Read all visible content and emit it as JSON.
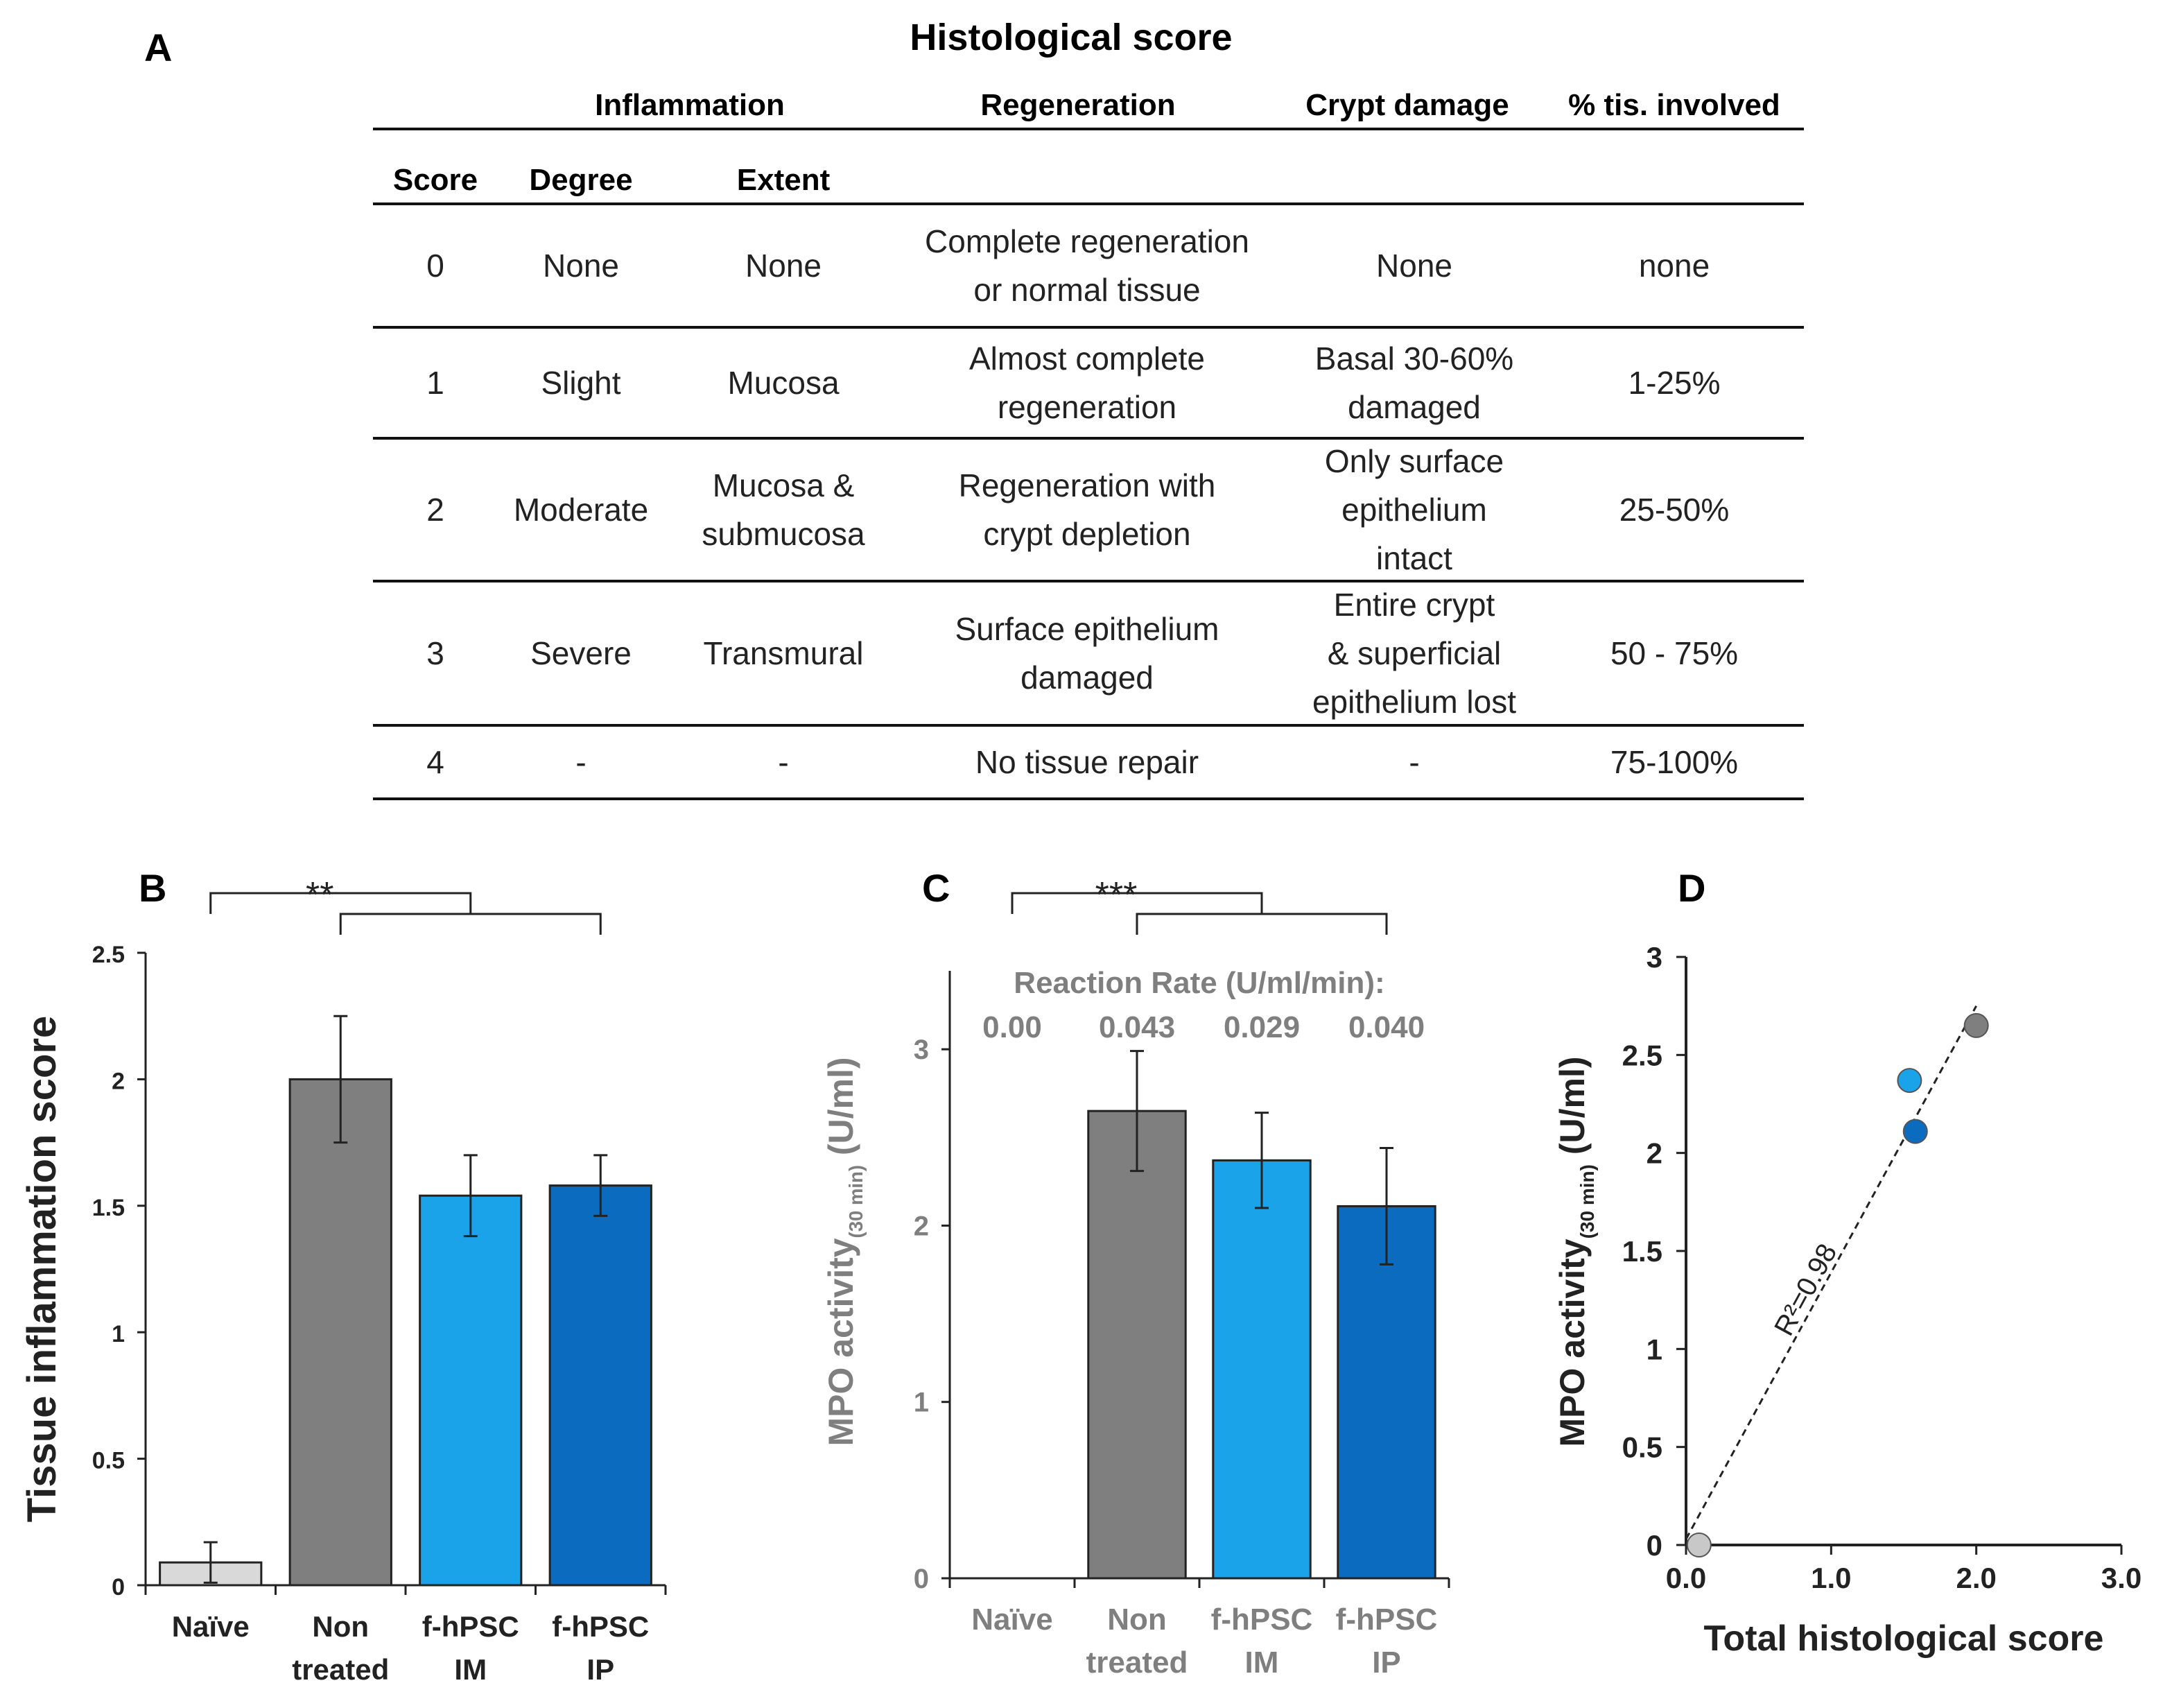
{
  "panel_labels": {
    "a": "A",
    "b": "B",
    "c": "C",
    "d": "D"
  },
  "table": {
    "title": "Histological score",
    "group_headers": [
      "Inflammation",
      "Regeneration",
      "Crypt damage",
      "% tis. involved"
    ],
    "sub_headers": [
      "Score",
      "Degree",
      "Extent"
    ],
    "rows": [
      {
        "score": "0",
        "degree": [
          "None"
        ],
        "extent": [
          "None"
        ],
        "regeneration": [
          "Complete regeneration",
          "or normal tissue"
        ],
        "crypt": [
          "None"
        ],
        "involved": [
          "none"
        ]
      },
      {
        "score": "1",
        "degree": [
          "Slight"
        ],
        "extent": [
          "Mucosa"
        ],
        "regeneration": [
          "Almost complete",
          "regeneration"
        ],
        "crypt": [
          "Basal 30-60%",
          "damaged"
        ],
        "involved": [
          "1-25%"
        ]
      },
      {
        "score": "2",
        "degree": [
          "Moderate"
        ],
        "extent": [
          "Mucosa &",
          "submucosa"
        ],
        "regeneration": [
          "Regeneration with",
          "crypt depletion"
        ],
        "crypt": [
          "Only surface",
          "epithelium",
          "intact"
        ],
        "involved": [
          "25-50%"
        ]
      },
      {
        "score": "3",
        "degree": [
          "Severe"
        ],
        "extent": [
          "Transmural"
        ],
        "regeneration": [
          "Surface epithelium",
          "damaged"
        ],
        "crypt": [
          "Entire crypt",
          "& superficial",
          "epithelium lost"
        ],
        "involved": [
          "50 - 75%"
        ]
      },
      {
        "score": "4",
        "degree": [
          "-"
        ],
        "extent": [
          "-"
        ],
        "regeneration": [
          "No tissue repair"
        ],
        "crypt": [
          "-"
        ],
        "involved": [
          "75-100%"
        ]
      }
    ]
  },
  "chart_data": [
    {
      "panel": "B",
      "type": "bar",
      "categories": [
        [
          "Naïve"
        ],
        [
          "Non",
          "treated"
        ],
        [
          "f-hPSC",
          "IM"
        ],
        [
          "f-hPSC",
          "IP"
        ]
      ],
      "values": [
        0.09,
        2.0,
        1.54,
        1.58
      ],
      "errors": [
        0.08,
        0.25,
        0.16,
        0.12
      ],
      "colors": [
        "#d9d9d9",
        "#7f7f7f",
        "#1aa3e8",
        "#0b6bbf"
      ],
      "ylabel": "Tissue inflammation score",
      "ylim": [
        0,
        2.5
      ],
      "yticks": [
        "0",
        "0.5",
        "1",
        "1.5",
        "2",
        "2.5"
      ],
      "significance": "**"
    },
    {
      "panel": "C",
      "type": "bar",
      "categories": [
        [
          "Naïve"
        ],
        [
          "Non",
          "treated"
        ],
        [
          "f-hPSC",
          "IM"
        ],
        [
          "f-hPSC",
          "IP"
        ]
      ],
      "values": [
        0,
        2.65,
        2.37,
        2.11
      ],
      "errors": [
        0,
        0.34,
        0.27,
        0.33
      ],
      "colors": [
        "#d9d9d9",
        "#7f7f7f",
        "#1aa3e8",
        "#0b6bbf"
      ],
      "ylabel": "MPO activity",
      "ylabel_sub": "(30 min)",
      "ylabel_unit": " (U/ml)",
      "ylim": [
        0,
        3.5
      ],
      "yticks": [
        "0",
        "1",
        "2",
        "3"
      ],
      "significance": "***",
      "annotation_title": "Reaction Rate (U/ml/min):",
      "reaction_rates": [
        "0.00",
        "0.043",
        "0.029",
        "0.040"
      ]
    },
    {
      "panel": "D",
      "type": "scatter",
      "points": [
        {
          "x": 0.09,
          "y": 0.0,
          "color": "#c8c8c8"
        },
        {
          "x": 2.0,
          "y": 2.65,
          "color": "#7f7f7f"
        },
        {
          "x": 1.54,
          "y": 2.37,
          "color": "#1aa3e8"
        },
        {
          "x": 1.58,
          "y": 2.11,
          "color": "#0b6bbf"
        }
      ],
      "fit_line": {
        "x0": 0.0,
        "y0": 0.03,
        "x1": 2.0,
        "y1": 2.75
      },
      "fit_label": "R²=0.98",
      "xlabel": "Total histological score",
      "ylabel": "MPO activity",
      "ylabel_sub": "(30 min)",
      "ylabel_unit": " (U/ml)",
      "xlim": [
        0,
        3
      ],
      "ylim": [
        0,
        3
      ],
      "xticks": [
        "0.0",
        "1.0",
        "2.0",
        "3.0"
      ],
      "yticks": [
        "0",
        "0.5",
        "1",
        "1.5",
        "2",
        "2.5",
        "3"
      ]
    }
  ]
}
